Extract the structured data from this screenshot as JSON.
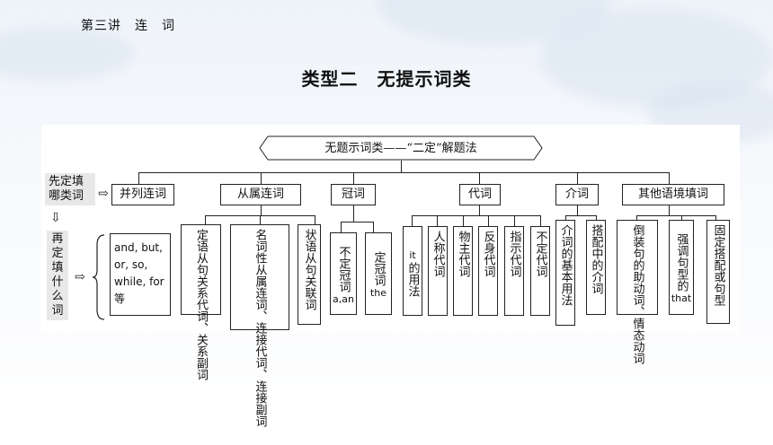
{
  "header": {
    "lesson": "第三讲　连　词"
  },
  "title": "类型二　无提示词类",
  "diagram": {
    "banner": "无题示词类——“二定”解题法",
    "side_top": [
      "先定填",
      "哪类词"
    ],
    "side_bottom": [
      "再",
      "定",
      "填",
      "什",
      "么",
      "词"
    ],
    "categories": {
      "coord": "并列连词",
      "subord": "从属连词",
      "article": "冠词",
      "pronoun": "代词",
      "prep": "介词",
      "other": "其他语境填词"
    },
    "coord_content": "and, but, or, so, while, for等",
    "subord_leaves": [
      "定语从句关系代词、关系副词",
      "名词性从属连词、连接代词、连接副词",
      "状语从句关联词"
    ],
    "article_leaves": [
      {
        "text": "不定冠词",
        "sub": "a,an"
      },
      {
        "text": "定冠词",
        "sub": "the"
      }
    ],
    "pronoun_leaves": [
      {
        "pre": "it",
        "text": "的用法"
      },
      {
        "text": "人称代词"
      },
      {
        "text": "物主代词"
      },
      {
        "text": "反身代词"
      },
      {
        "text": "指示代词"
      },
      {
        "text": "不定代词"
      }
    ],
    "prep_leaves": [
      "介词的基本用法",
      "搭配中的介词"
    ],
    "other_leaves": [
      {
        "text": "倒装句的助动词、情态动词"
      },
      {
        "text": "强调句型的",
        "sub": "that"
      },
      {
        "text": "固定搭配或句型"
      }
    ]
  }
}
